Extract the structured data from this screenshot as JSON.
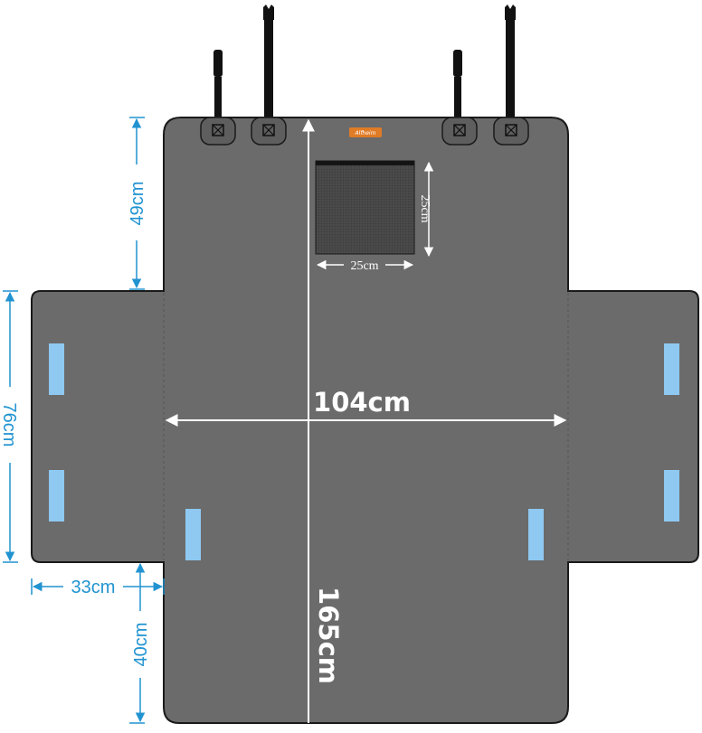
{
  "diagram": {
    "brand_label": "Alfheim",
    "dimensions": {
      "width_main": "104cm",
      "length_total": "165cm",
      "top_section_height": "49cm",
      "side_flap_height": "76cm",
      "side_flap_width": "33cm",
      "bottom_section_height": "40cm",
      "pocket_width": "25cm",
      "pocket_height": "25cm"
    },
    "colors": {
      "panel": "#6b6b6b",
      "panel_stroke": "#1a1a1a",
      "velcro": "#8fc9f2",
      "dimension_line": "#2193d1",
      "white_line": "#ffffff",
      "pocket": "#4a4a4a",
      "strap": "#111111",
      "brand_badge": "#e07b26"
    },
    "icons": [
      "headrest-strap-icon",
      "buckle-icon",
      "velcro-strip-icon",
      "arrowhead-icon"
    ]
  }
}
